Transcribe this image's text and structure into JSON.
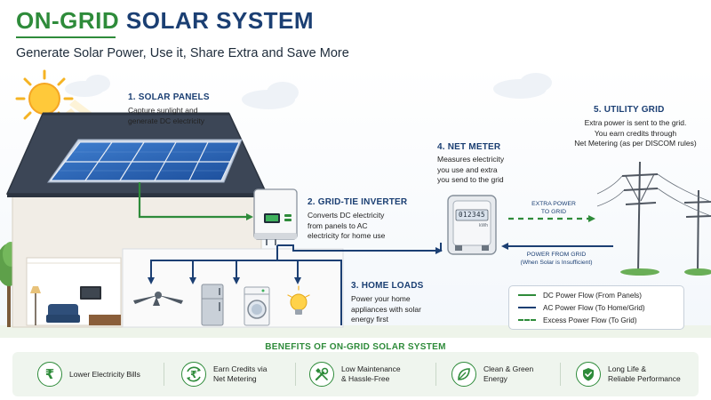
{
  "header": {
    "title_part1": "ON-GRID",
    "title_part2": "SOLAR SYSTEM",
    "subtitle": "Generate Solar Power, Use it, Share Extra and Save More"
  },
  "steps": {
    "panels": {
      "title": "1. SOLAR PANELS",
      "desc_line1": "Capture sunlight and",
      "desc_line2": "generate DC electricity"
    },
    "inverter": {
      "title": "2. GRID-TIE INVERTER",
      "desc_line1": "Converts DC electricity",
      "desc_line2": "from panels to AC",
      "desc_line3": "electricity for home use"
    },
    "loads": {
      "title": "3. HOME LOADS",
      "desc_line1": "Power your home",
      "desc_line2": "appliances with solar",
      "desc_line3": "energy first"
    },
    "meter": {
      "title": "4. NET METER",
      "desc_line1": "Measures electricity",
      "desc_line2": "you use and extra",
      "desc_line3": "you send to the grid",
      "reading": "012345",
      "brand": "kWh"
    },
    "grid": {
      "title": "5. UTILITY GRID",
      "desc_line1": "Extra power is sent to the grid.",
      "desc_line2": "You earn credits through",
      "desc_line3": "Net Metering (as per DISCOM rules)"
    }
  },
  "flow_labels": {
    "extra_line1": "EXTRA POWER",
    "extra_line2": "TO GRID",
    "from_grid_line1": "POWER FROM GRID",
    "from_grid_line2": "(When Solar is Insufficient)"
  },
  "legend": {
    "dc": "DC Power Flow (From Panels)",
    "ac": "AC Power Flow (To Home/Grid)",
    "excess": "Excess Power Flow (To Grid)"
  },
  "colors": {
    "dc_flow": "#2e8b3a",
    "ac_flow": "#1b3f73",
    "excess_flow": "#2e8b3a",
    "accent_green": "#2e8b3a",
    "accent_navy": "#1b3f73"
  },
  "benefits": {
    "title": "BENEFITS OF ON-GRID SOLAR SYSTEM",
    "items": [
      {
        "icon": "rupee-icon",
        "glyph": "₹",
        "line1": "Lower Electricity Bills",
        "line2": ""
      },
      {
        "icon": "rupee-cycle-icon",
        "glyph": "₹",
        "line1": "Earn Credits via",
        "line2": "Net Metering"
      },
      {
        "icon": "tools-icon",
        "glyph": "",
        "line1": "Low Maintenance",
        "line2": "& Hassle-Free"
      },
      {
        "icon": "leaf-icon",
        "glyph": "",
        "line1": "Clean & Green",
        "line2": "Energy"
      },
      {
        "icon": "shield-check-icon",
        "glyph": "",
        "line1": "Long Life &",
        "line2": "Reliable Performance"
      }
    ]
  }
}
